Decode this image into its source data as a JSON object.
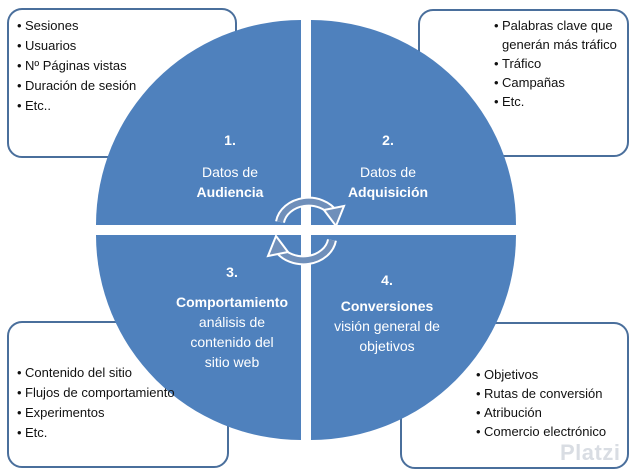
{
  "quadrants": [
    {
      "number": "1.",
      "line1": "Datos de",
      "line2": "Audiencia",
      "color": "#4f81bd"
    },
    {
      "number": "2.",
      "line1": "Datos de",
      "line2": "Adquisición",
      "color": "#4f81bd"
    },
    {
      "number": "3.",
      "title": "Comportamiento",
      "desc1": "análisis de",
      "desc2": "contenido del",
      "desc3": "sitio web",
      "color": "#4f81bd"
    },
    {
      "number": "4.",
      "title": "Conversiones",
      "desc1": "visión general de",
      "desc2": "objetivos",
      "color": "#4f81bd"
    }
  ],
  "lists": {
    "top_left": [
      "Sesiones",
      "Usuarios",
      "Nº Páginas vistas",
      "Duración de sesión",
      "Etc.."
    ],
    "top_right": [
      "Palabras clave que generán más tráfico",
      "Tráfico",
      "Campañas",
      "Etc."
    ],
    "bottom_left": [
      "Contenido del sitio",
      "Flujos de comportamiento",
      "Experimentos",
      "Etc."
    ],
    "bottom_right": [
      "Objetivos",
      "Rutas de conversión",
      "Atribución",
      "Comercio electrónico"
    ]
  },
  "colors": {
    "quadrant": "#4f81bd",
    "box_border": "#4a6f9c",
    "arrow": "#6f8fba"
  },
  "watermark": "Platzi"
}
